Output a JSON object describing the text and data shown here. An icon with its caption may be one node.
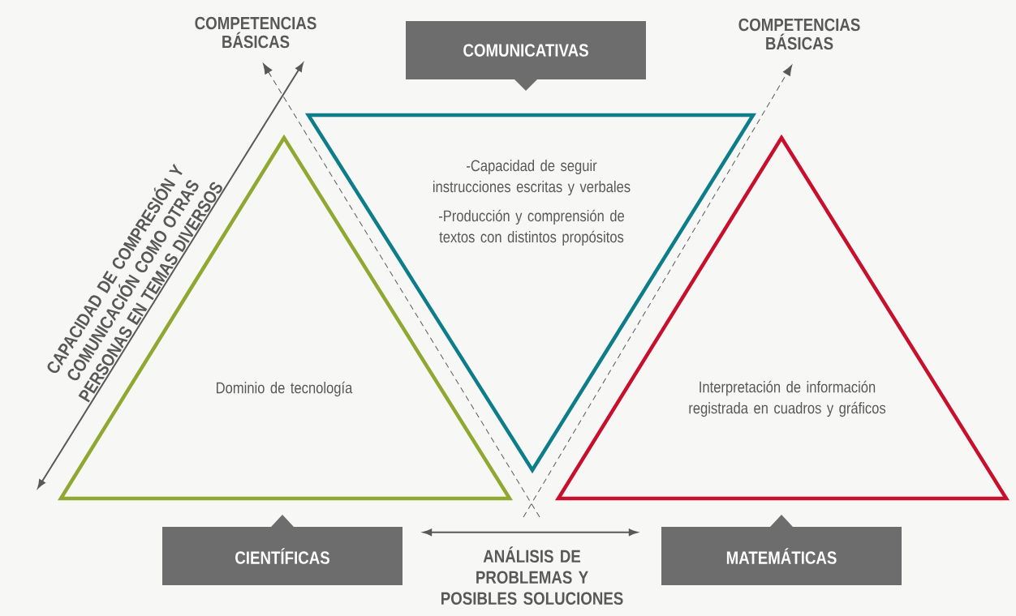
{
  "diagram": {
    "nodes": [
      {
        "text": [
          "COMPETENCIAS BÁSICAS"
        ]
      },
      {
        "text": [
          "COMUNICATIVAS"
        ]
      },
      {
        "text": [
          "COMPETENCIAS BÁSICAS"
        ]
      },
      {
        "text": [
          "-Capacidad de seguir instrucciones escritas y verbales",
          "-Producción y comprensión de textos con distintos propósitos"
        ]
      },
      {
        "text": [
          "Dominio de tecnología"
        ]
      },
      {
        "text": [
          "Interpretación de información registrada en cuadros y gráficos"
        ]
      },
      {
        "text": [
          "CIENTÍFICAS"
        ]
      },
      {
        "text": [
          "MATEMÁTICAS"
        ]
      }
    ],
    "edges": [
      {
        "from": null,
        "to": 0,
        "arrow": "to",
        "style": "dashed"
      },
      {
        "from": null,
        "to": 2,
        "arrow": "to",
        "style": "dashed"
      },
      {
        "from": 6,
        "to": 7,
        "arrow": "both",
        "label": "ANÁLISIS DE PROBLEMAS Y POSIBLES SOLUCIONES"
      }
    ],
    "labels": [
      "CAPACIDAD DE COMPRESIÓN Y COMUNICACIÓN COMO OTRAS PERSONAS EN TEMAS DIVERSOS"
    ]
  }
}
